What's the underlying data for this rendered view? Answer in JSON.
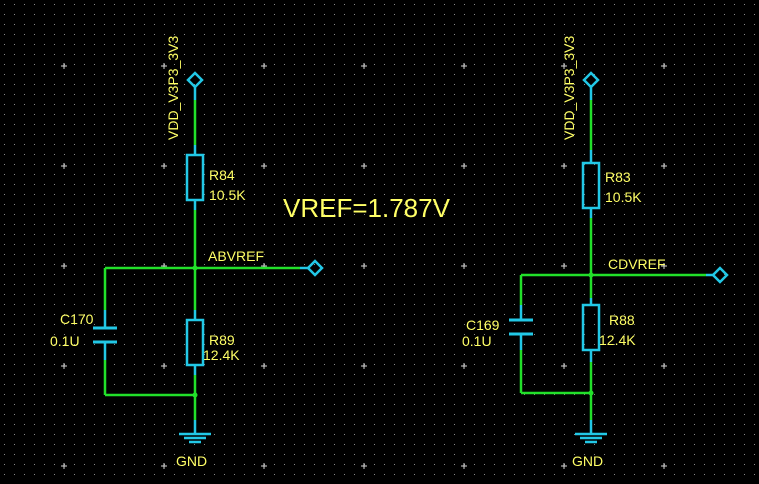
{
  "colors": {
    "background": "#000000",
    "grid_dot": "#8a8a8a",
    "net_wire": "#22e02a",
    "component": "#22c8e6",
    "text": "#ffff66"
  },
  "annotation": "VREF=1.787V",
  "left": {
    "power_net": "VDD_V3P3_3V3",
    "r_top": {
      "ref": "R84",
      "value": "10.5K"
    },
    "r_bot": {
      "ref": "R89",
      "value": "12.4K"
    },
    "cap": {
      "ref": "C170",
      "value": "0.1U"
    },
    "net": "ABVREF",
    "ground": "GND"
  },
  "right": {
    "power_net": "VDD_V3P3_3V3",
    "r_top": {
      "ref": "R83",
      "value": "10.5K"
    },
    "r_bot": {
      "ref": "R88",
      "value": "12.4K"
    },
    "cap": {
      "ref": "C169",
      "value": "0.1U"
    },
    "net": "CDVREF",
    "ground": "GND"
  }
}
